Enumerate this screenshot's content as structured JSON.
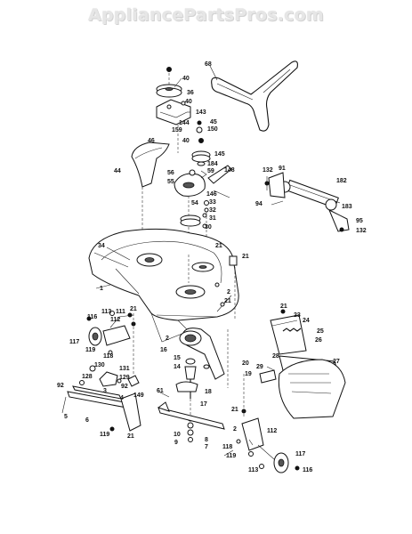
{
  "header": {
    "watermark": "AppliancePartsPros.com"
  },
  "callouts": [
    {
      "id": "c68",
      "text": "68"
    },
    {
      "id": "c40a",
      "text": "40"
    },
    {
      "id": "c36",
      "text": "36"
    },
    {
      "id": "c40b",
      "text": "40"
    },
    {
      "id": "c143",
      "text": "143"
    },
    {
      "id": "c144",
      "text": "144"
    },
    {
      "id": "c45",
      "text": "45"
    },
    {
      "id": "c150",
      "text": "150"
    },
    {
      "id": "c159",
      "text": "159"
    },
    {
      "id": "c40c",
      "text": "40"
    },
    {
      "id": "c46",
      "text": "46"
    },
    {
      "id": "c145",
      "text": "145"
    },
    {
      "id": "c184",
      "text": "184"
    },
    {
      "id": "c59",
      "text": "59"
    },
    {
      "id": "c148",
      "text": "148"
    },
    {
      "id": "c44",
      "text": "44"
    },
    {
      "id": "c56",
      "text": "56"
    },
    {
      "id": "c55",
      "text": "55"
    },
    {
      "id": "c146",
      "text": "146"
    },
    {
      "id": "c54",
      "text": "54"
    },
    {
      "id": "c33",
      "text": "33"
    },
    {
      "id": "c32",
      "text": "32"
    },
    {
      "id": "c31",
      "text": "31"
    },
    {
      "id": "c30",
      "text": "30"
    },
    {
      "id": "c132a",
      "text": "132"
    },
    {
      "id": "c91",
      "text": "91"
    },
    {
      "id": "c182",
      "text": "182"
    },
    {
      "id": "c94",
      "text": "94"
    },
    {
      "id": "c183",
      "text": "183"
    },
    {
      "id": "c95",
      "text": "95"
    },
    {
      "id": "c132b",
      "text": "132"
    },
    {
      "id": "c34",
      "text": "34"
    },
    {
      "id": "c21a",
      "text": "21"
    },
    {
      "id": "c21b",
      "text": "21"
    },
    {
      "id": "c1",
      "text": "1"
    },
    {
      "id": "c2a",
      "text": "2"
    },
    {
      "id": "c21c",
      "text": "21"
    },
    {
      "id": "c116a",
      "text": "116"
    },
    {
      "id": "c113a",
      "text": "113"
    },
    {
      "id": "c111",
      "text": "111"
    },
    {
      "id": "c21d",
      "text": "21"
    },
    {
      "id": "c112a",
      "text": "112"
    },
    {
      "id": "c2b",
      "text": "2"
    },
    {
      "id": "c117a",
      "text": "117"
    },
    {
      "id": "c119a",
      "text": "119"
    },
    {
      "id": "c118a",
      "text": "118"
    },
    {
      "id": "c21e",
      "text": "21"
    },
    {
      "id": "c23",
      "text": "23"
    },
    {
      "id": "c24",
      "text": "24"
    },
    {
      "id": "c25",
      "text": "25"
    },
    {
      "id": "c26",
      "text": "26"
    },
    {
      "id": "c28",
      "text": "28"
    },
    {
      "id": "c27",
      "text": "27"
    },
    {
      "id": "c16",
      "text": "16"
    },
    {
      "id": "c15",
      "text": "15"
    },
    {
      "id": "c14",
      "text": "14"
    },
    {
      "id": "c20",
      "text": "20"
    },
    {
      "id": "c19",
      "text": "19"
    },
    {
      "id": "c29",
      "text": "29"
    },
    {
      "id": "c130",
      "text": "130"
    },
    {
      "id": "c131",
      "text": "131"
    },
    {
      "id": "c128",
      "text": "128"
    },
    {
      "id": "c129",
      "text": "129"
    },
    {
      "id": "c92a",
      "text": "92"
    },
    {
      "id": "c92b",
      "text": "92"
    },
    {
      "id": "c3",
      "text": "3"
    },
    {
      "id": "c4",
      "text": "4"
    },
    {
      "id": "c149",
      "text": "149"
    },
    {
      "id": "c61",
      "text": "61"
    },
    {
      "id": "c18",
      "text": "18"
    },
    {
      "id": "c17",
      "text": "17"
    },
    {
      "id": "c5",
      "text": "5"
    },
    {
      "id": "c6",
      "text": "6"
    },
    {
      "id": "c21f",
      "text": "21"
    },
    {
      "id": "c119b",
      "text": "119"
    },
    {
      "id": "c21g",
      "text": "21"
    },
    {
      "id": "c2c",
      "text": "2"
    },
    {
      "id": "c112b",
      "text": "112"
    },
    {
      "id": "c10",
      "text": "10"
    },
    {
      "id": "c9",
      "text": "9"
    },
    {
      "id": "c8",
      "text": "8"
    },
    {
      "id": "c7",
      "text": "7"
    },
    {
      "id": "c118b",
      "text": "118"
    },
    {
      "id": "c119c",
      "text": "119"
    },
    {
      "id": "c117b",
      "text": "117"
    },
    {
      "id": "c113b",
      "text": "113"
    },
    {
      "id": "c116b",
      "text": "116"
    }
  ]
}
